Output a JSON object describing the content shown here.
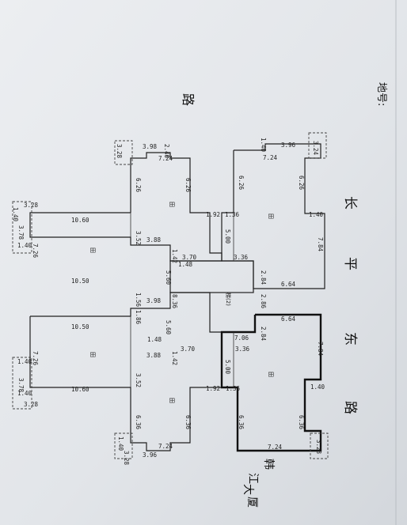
{
  "header": {
    "land_number_label": "地号:"
  },
  "road_label": "路",
  "street_labels": {
    "right_column": [
      "长",
      "平",
      "东",
      "路"
    ],
    "bottom_column": [
      "韩",
      "江",
      "大",
      "厦"
    ]
  },
  "room_labels": {
    "bedroom": "田",
    "stair": "梯(2)"
  },
  "dimensions_upper": {
    "top_left_block": [
      "3.98",
      "2.40",
      "3.28",
      "7.24",
      "6.26",
      "6.26",
      "1.92",
      "1.36"
    ],
    "top_right_block": [
      "1.40",
      "3.96",
      "3.24",
      "7.24",
      "6.26",
      "6.26",
      "1.40",
      "7.84"
    ],
    "left_wing": [
      "3.28",
      "1.40",
      "3.78",
      "1.40",
      "7.26",
      "10.60",
      "10.50"
    ],
    "center": [
      "3.52",
      "3.88",
      "5.00",
      "1.42",
      "3.70",
      "3.36",
      "2.84",
      "6.64",
      "1.48",
      "5.60"
    ]
  },
  "dimensions_lower": {
    "center": [
      "1.56",
      "3.98",
      "8.36",
      "2.86",
      "5.60",
      "1.48",
      "1.42",
      "7.06",
      "3.70",
      "3.36",
      "2.84",
      "6.64"
    ],
    "right_block": [
      "7.84",
      "1.40",
      "6.36",
      "6.36",
      "7.24",
      "3.28",
      "5.00",
      "1.92",
      "1.36"
    ],
    "left_wing": [
      "10.50",
      "7.26",
      "1.40",
      "3.78",
      "1.40",
      "3.28",
      "10.60",
      "1.86"
    ],
    "bottom_left_block": [
      "3.88",
      "3.52",
      "6.36",
      "6.36",
      "7.24",
      "3.96",
      "1.40",
      "3.28"
    ]
  },
  "colors": {
    "paper": "#e7e9ec",
    "line": "#202020",
    "dim_text": "#1e1e1e"
  }
}
